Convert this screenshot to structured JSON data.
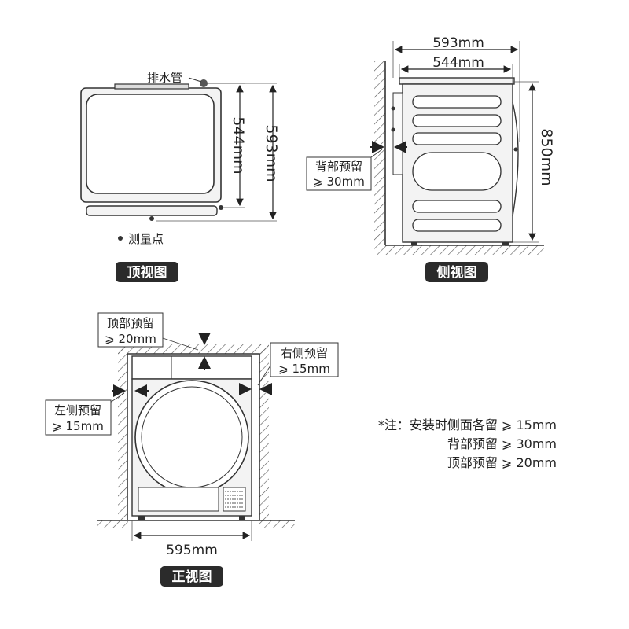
{
  "top_view": {
    "drain_label": "排水管",
    "depth_inner": "544mm",
    "depth_outer": "593mm",
    "measure_point": "测量点",
    "badge": "顶视图"
  },
  "side_view": {
    "width_outer": "593mm",
    "width_inner": "544mm",
    "height": "850mm",
    "back_clearance_line1": "背部预留",
    "back_clearance_line2": "⩾ 30mm",
    "badge": "侧视图"
  },
  "front_view": {
    "top_clearance_line1": "顶部预留",
    "top_clearance_line2": "⩾ 20mm",
    "right_clearance_line1": "右侧预留",
    "right_clearance_line2": "⩾ 15mm",
    "left_clearance_line1": "左侧预留",
    "left_clearance_line2": "⩾ 15mm",
    "width": "595mm",
    "badge": "正视图"
  },
  "notes": {
    "line1": "*注：安装时侧面各留 ⩾ 15mm",
    "line2": "背部预留 ⩾ 30mm",
    "line3": "顶部预留 ⩾ 20mm"
  },
  "colors": {
    "badge_bg": "#2b2b2b",
    "line": "#333333",
    "fill_light": "#f2f2f2"
  }
}
